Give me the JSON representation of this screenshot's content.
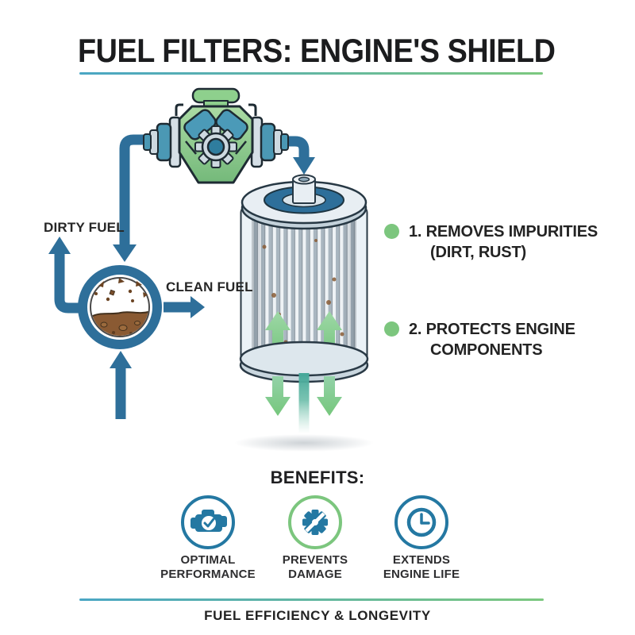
{
  "title": "FUEL FILTERS: ENGINE'S SHIELD",
  "colors": {
    "accent_blue": "#2e6f9a",
    "accent_green": "#7cc67e",
    "icon_blue": "#2478a2",
    "rule_gradient_left": "#4aa6c4",
    "rule_gradient_right": "#7cc87f",
    "dirt_brown": "#8a5a33",
    "text_dark": "#1d1d1f"
  },
  "diagram": {
    "labels": {
      "dirty_fuel": "DIRTY FUEL",
      "clean_fuel": "CLEAN FUEL"
    },
    "icons": [
      "engine-icon",
      "fuel-filter-icon",
      "dirty-fuel-sample-icon",
      "flow-arrow-icons",
      "clean-flow-arrow-icons"
    ]
  },
  "features": [
    {
      "bullet": "green-dot",
      "lines": [
        "1. REMOVES IMPURITIES",
        "(DIRT, RUST)"
      ]
    },
    {
      "bullet": "green-dot",
      "lines": [
        "2. PROTECTS ENGINE",
        "COMPONENTS"
      ]
    }
  ],
  "benefits": {
    "heading": "BENEFITS:",
    "items": [
      {
        "icon": "engine-check-icon",
        "lines": [
          "OPTIMAL",
          "PERFORMANCE"
        ]
      },
      {
        "icon": "gear-slash-icon",
        "lines": [
          "PREVENTS",
          "DAMAGE"
        ]
      },
      {
        "icon": "clock-icon",
        "lines": [
          "EXTENDS",
          "ENGINE LIFE"
        ]
      }
    ]
  },
  "footer": {
    "text": "FUEL EFFICIENCY & LONGEVITY"
  }
}
